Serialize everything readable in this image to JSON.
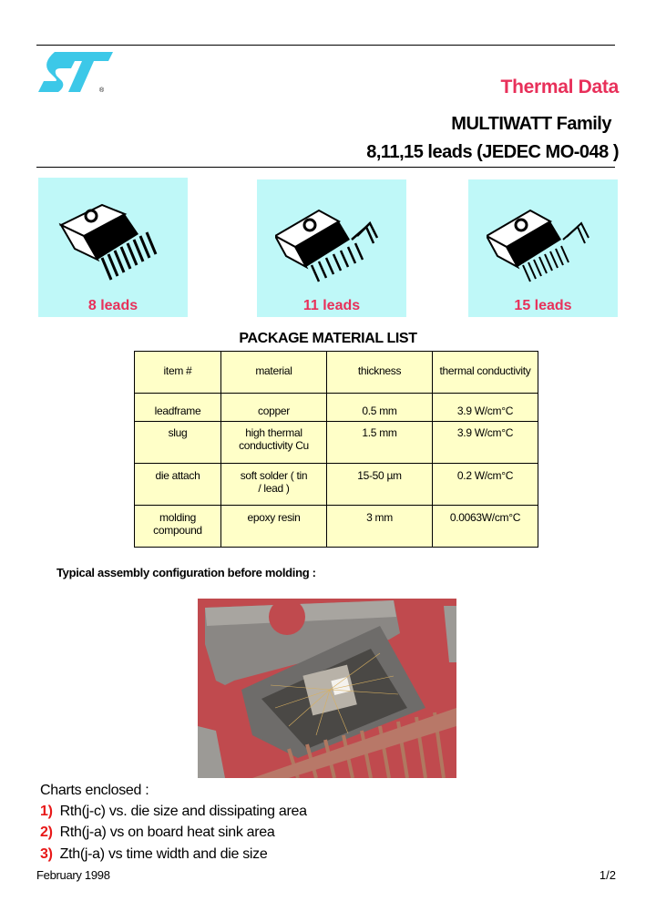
{
  "header": {
    "logo": "st-logo",
    "registered_mark": "®",
    "title": "Thermal Data",
    "subtitle_line1": "MULTIWATT Family",
    "subtitle_line2": "8,11,15 leads (JEDEC MO-048 )",
    "accent_color": "#e8305a",
    "logo_color": "#3cc8e8"
  },
  "packages": [
    {
      "label": "8 leads",
      "icon": "multiwatt-8-package-icon"
    },
    {
      "label": "11 leads",
      "icon": "multiwatt-11-package-icon"
    },
    {
      "label": "15 leads",
      "icon": "multiwatt-15-package-icon"
    }
  ],
  "material_table": {
    "title": "PACKAGE MATERIAL LIST",
    "headers": [
      "item #",
      "material",
      "thickness",
      "thermal conductivity"
    ],
    "rows": [
      {
        "item": "leadframe",
        "material": "copper",
        "thickness": "0.5 mm",
        "conductivity": "3.9 W/cm°C"
      },
      {
        "item": "slug",
        "material": "high thermal conductivity Cu",
        "thickness": "1.5 mm",
        "conductivity": "3.9 W/cm°C"
      },
      {
        "item": "die attach",
        "material": "soft solder ( tin / lead )",
        "thickness": "15-50 µm",
        "conductivity": "0.2 W/cm°C"
      },
      {
        "item": "molding compound",
        "material": "epoxy resin",
        "thickness": "3 mm",
        "conductivity": "0.0063W/cm°C"
      }
    ]
  },
  "assembly": {
    "caption": "Typical assembly configuration before molding :",
    "photo": "assembly-photo"
  },
  "charts_enclosed": {
    "heading": "Charts enclosed :",
    "items": [
      {
        "num": "1)",
        "text": "Rth(j-c) vs. die size and dissipating area"
      },
      {
        "num": "2)",
        "text": "Rth(j-a) vs on board heat sink area"
      },
      {
        "num": "3)",
        "text": "Zth(j-a) vs time width and die size"
      }
    ]
  },
  "footer": {
    "date": "February 1998",
    "page": "1/2"
  }
}
